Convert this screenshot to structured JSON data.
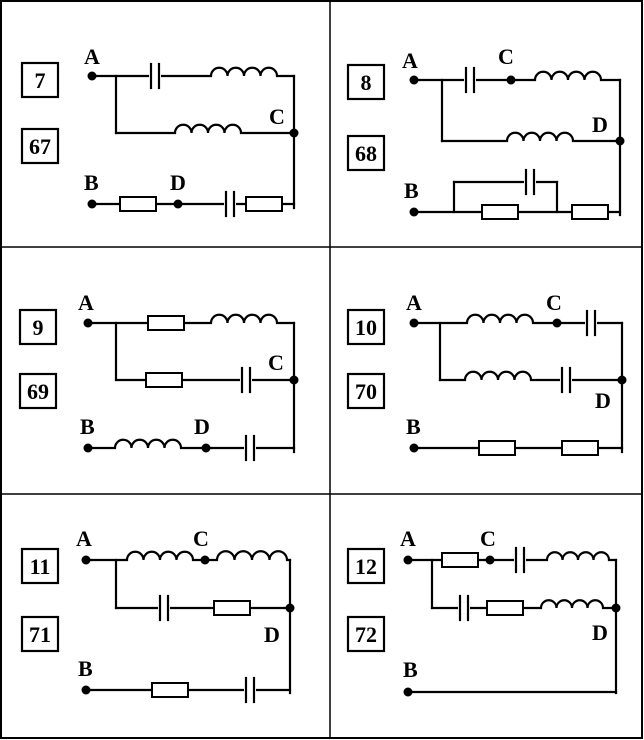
{
  "grid": {
    "rows": 3,
    "cols": 2
  },
  "cells": [
    {
      "id": "cell-1",
      "numbers": [
        "7",
        "67"
      ],
      "nodes": [
        "A",
        "B",
        "C",
        "D"
      ]
    },
    {
      "id": "cell-2",
      "numbers": [
        "8",
        "68"
      ],
      "nodes": [
        "A",
        "B",
        "C",
        "D"
      ]
    },
    {
      "id": "cell-3",
      "numbers": [
        "9",
        "69"
      ],
      "nodes": [
        "A",
        "B",
        "C",
        "D"
      ]
    },
    {
      "id": "cell-4",
      "numbers": [
        "10",
        "70"
      ],
      "nodes": [
        "A",
        "B",
        "C",
        "D"
      ]
    },
    {
      "id": "cell-5",
      "numbers": [
        "11",
        "71"
      ],
      "nodes": [
        "A",
        "B",
        "C",
        "D"
      ]
    },
    {
      "id": "cell-6",
      "numbers": [
        "12",
        "72"
      ],
      "nodes": [
        "A",
        "B",
        "D"
      ]
    }
  ]
}
